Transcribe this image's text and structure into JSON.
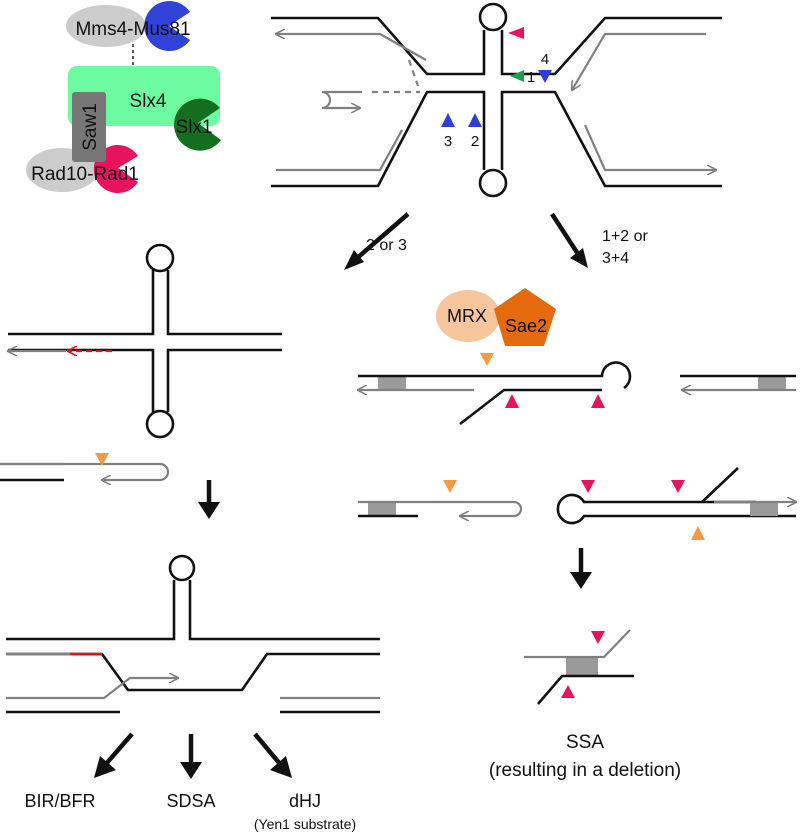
{
  "colors": {
    "strand": "#111111",
    "newly_synthesized": "#808080",
    "lesion": "#e01515",
    "enzyme_pink": "#e8135f",
    "enzyme_blue": "#2f3fd6",
    "enzyme_green": "#1fa050",
    "mrx_orange": "#f49a45",
    "slx4_bg": "#6cfba0",
    "slx1": "#136f1f",
    "mus81": "#3142d9",
    "saw1": "#777777",
    "mms4_rad10": "#cccccc",
    "mrx_circle": "#f8c69d",
    "sae2": "#e46a0d",
    "homology_box": "#9a9a9a"
  },
  "complex": {
    "mms4_mus81": "Mms4-Mus81",
    "slx4": "Slx4",
    "saw1": "Saw1",
    "slx1": "Slx1",
    "rad10_rad1": "Rad10-Rad1"
  },
  "cut_sites": {
    "site1": "1",
    "site2": "2",
    "site3": "3",
    "site4": "4"
  },
  "branches": {
    "left": "2 or 3",
    "right_line1": "1+2 or",
    "right_line2": "3+4"
  },
  "mrx": {
    "mrx": "MRX",
    "sae2": "Sae2"
  },
  "outcomes": {
    "bir": "BIR/BFR",
    "sdsa": "SDSA",
    "dhj": "dHJ",
    "dhj_note": "(Yen1 substrate)",
    "ssa": "SSA",
    "ssa_note": "(resulting in a deletion)"
  }
}
